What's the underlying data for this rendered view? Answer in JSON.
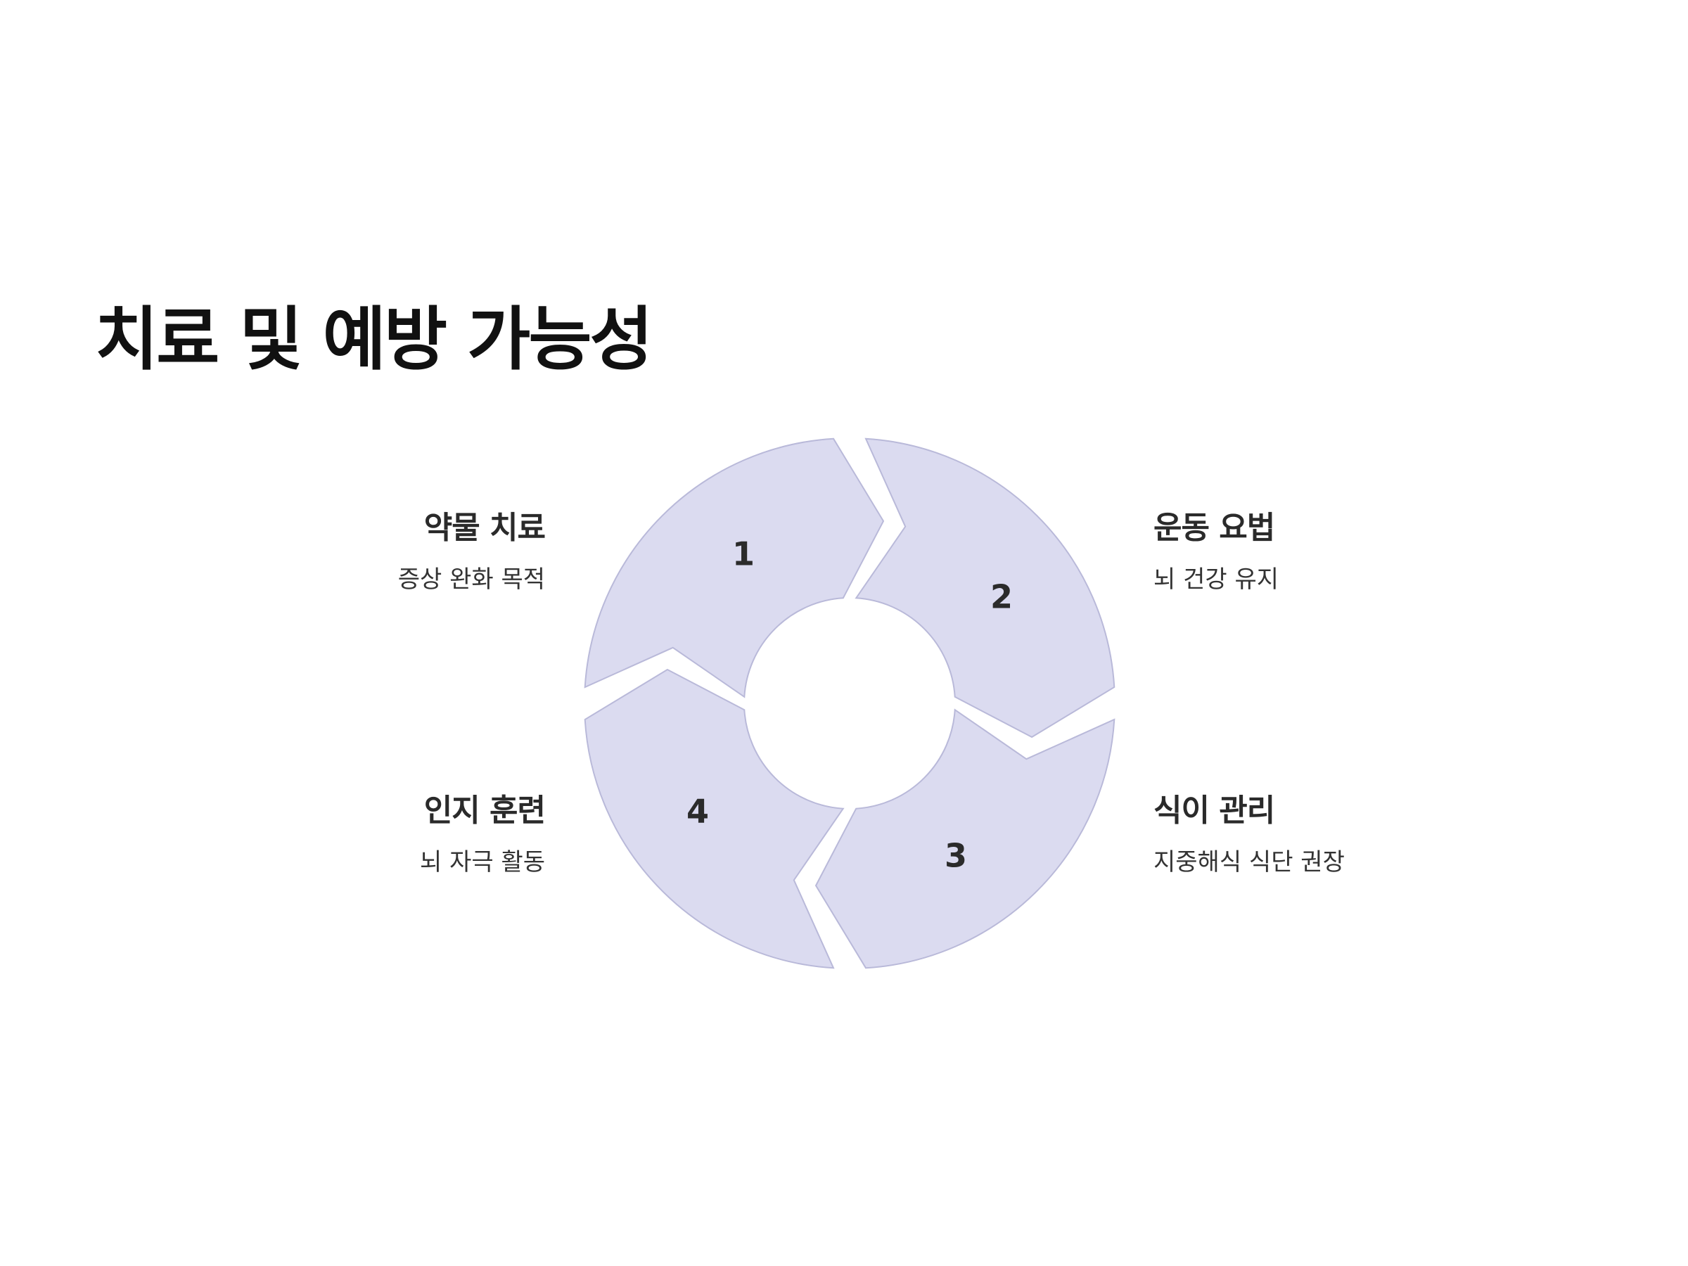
{
  "title": "치료 및 예방 가능성",
  "colors": {
    "segment_fill": "#dbdbf0",
    "segment_stroke": "#b9b9d9",
    "text": "#2a2a2a"
  },
  "steps": [
    {
      "number": "1",
      "heading": "약물 치료",
      "description": "증상 완화 목적"
    },
    {
      "number": "2",
      "heading": "운동 요법",
      "description": "뇌 건강 유지"
    },
    {
      "number": "3",
      "heading": "식이 관리",
      "description": "지중해식 식단 권장"
    },
    {
      "number": "4",
      "heading": "인지 훈련",
      "description": "뇌 자극 활동"
    }
  ]
}
